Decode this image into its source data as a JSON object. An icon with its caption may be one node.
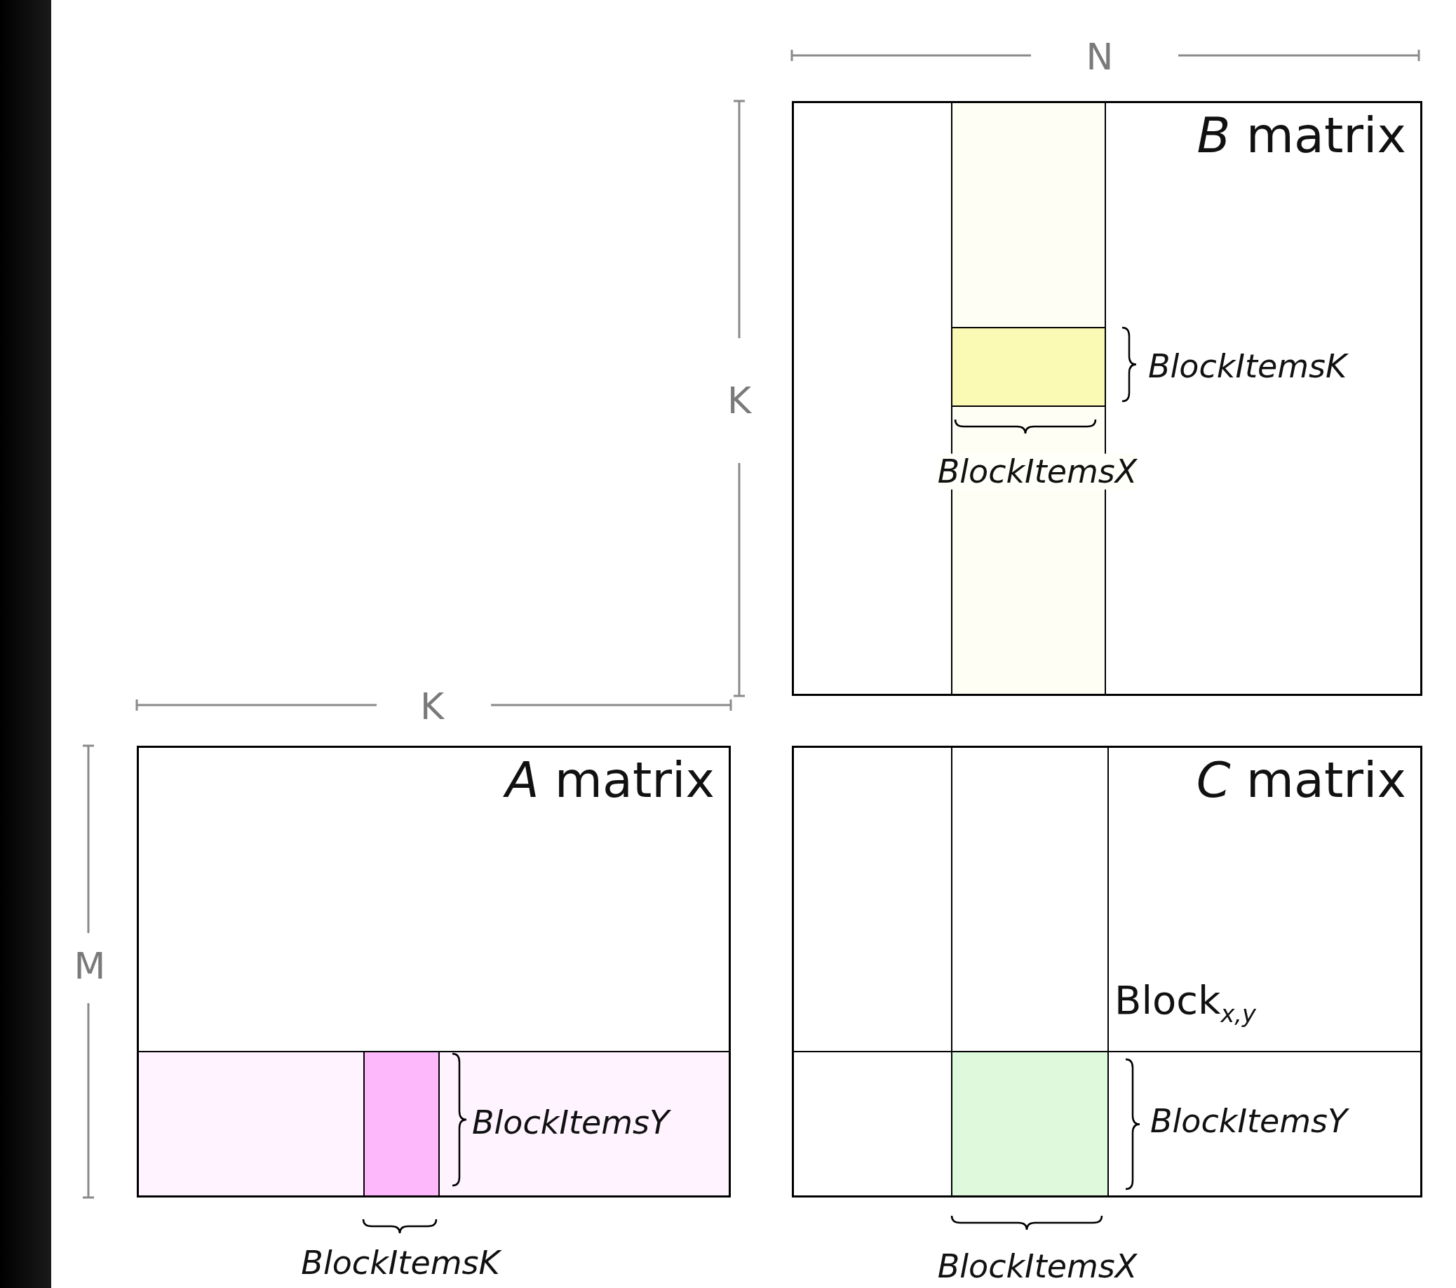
{
  "diagram": {
    "nodes": [
      {
        "text": [
          "*B* matrix"
        ]
      },
      {
        "text": [
          "*A* matrix"
        ]
      },
      {
        "text": [
          "*C* matrix"
        ]
      }
    ],
    "labels": [
      "N",
      "K",
      "BlockItemsK",
      "BlockItemsX",
      "K",
      "M",
      "Block$_{x,y}$",
      "BlockItemsY",
      "BlockItemsY",
      "BlockItemsK",
      "BlockItemsX"
    ]
  }
}
